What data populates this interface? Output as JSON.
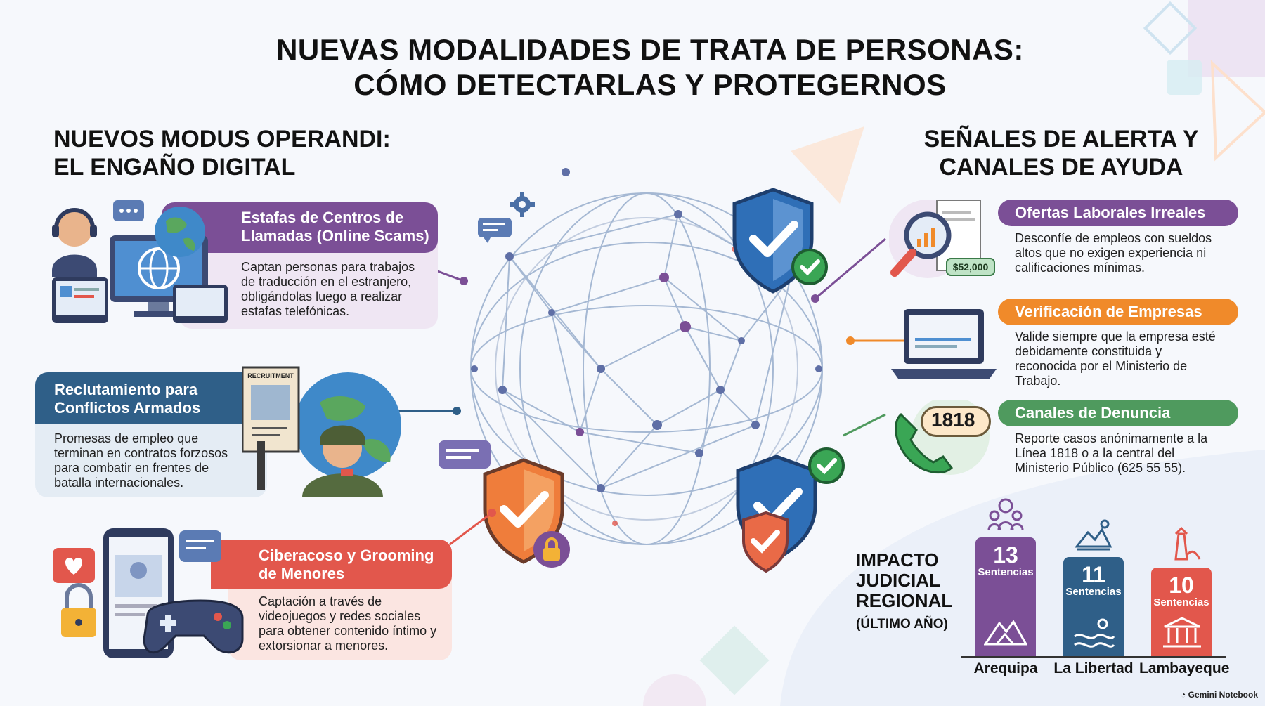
{
  "title": {
    "line1": "NUEVAS MODALIDADES DE TRATA DE PERSONAS:",
    "line2": "CÓMO DETECTARLAS Y PROTEGERNOS"
  },
  "left_section": {
    "title_line1": "NUEVOS MODUS OPERANDI:",
    "title_line2": "EL ENGAÑO DIGITAL",
    "cards": [
      {
        "title_line1": "Estafas de Centros de",
        "title_line2": "Llamadas (Online Scams)",
        "text": "Captan personas para trabajos de traducción en el estranjero, obligándolas luego a realizar estafas telefónicas.",
        "color": "#7b4f96",
        "bg": "#efe6f3"
      },
      {
        "title_line1": "Reclutamiento para",
        "title_line2": "Conflictos Armados",
        "text": "Promesas de empleo que terminan en contratos forzosos para combatir en frentes de batalla internacionales.",
        "color": "#2f5f88",
        "bg": "#e4ecf4",
        "poster_label": "RECRUITMENT"
      },
      {
        "title_line1": "Ciberacoso y Grooming",
        "title_line2": "de Menores",
        "text": "Captación a través de videojuegos y redes sociales para obtener contenido íntimo y extorsionar a menores.",
        "color": "#e2574c",
        "bg": "#fbe5e1"
      }
    ]
  },
  "right_section": {
    "title_line1": "SEÑALES DE ALERTA Y",
    "title_line2": "CANALES DE AYUDA",
    "alerts": [
      {
        "title": "Ofertas Laborales Irreales",
        "text": "Desconfíe de empleos con sueldos altos que no exigen experiencia ni calificaciones mínimas.",
        "color": "#7b4f96",
        "tag": "$52,000"
      },
      {
        "title": "Verificación de Empresas",
        "text": "Valide siempre que la empresa esté debidamente constituida y reconocida por el Ministerio de Trabajo.",
        "color": "#f08a2a"
      },
      {
        "title": "Canales de Denuncia Inmediata",
        "text": "Reporte casos anónimamente a la Línea 1818 o a la central del Ministerio Público (625 55 55).",
        "color": "#4f9a5e",
        "hotline": "1818"
      }
    ]
  },
  "impact": {
    "line1": "IMPACTO",
    "line2": "JUDICIAL",
    "line3": "REGIONAL",
    "sub": "(ÚLTIMO AÑO)",
    "unit": "Sentencias",
    "regions": [
      {
        "name": "Arequipa",
        "value": 13,
        "color": "#7b4f96"
      },
      {
        "name": "La Libertad",
        "value": 11,
        "color": "#2f5f88"
      },
      {
        "name": "Lambayeque",
        "value": 10,
        "color": "#e2574c"
      }
    ]
  },
  "brand": "Gemini Notebook",
  "icons": [
    "headset-agent-icon",
    "monitor-globe-icon",
    "chat-bubble-icon",
    "earth-icon",
    "soldier-icon",
    "recruitment-poster-icon",
    "smartphone-icon",
    "heart-icon",
    "padlock-icon",
    "gamepad-icon",
    "shield-check-icon",
    "magnifier-document-icon",
    "laptop-icon",
    "phone-icon",
    "gear-icon",
    "network-globe-icon"
  ]
}
